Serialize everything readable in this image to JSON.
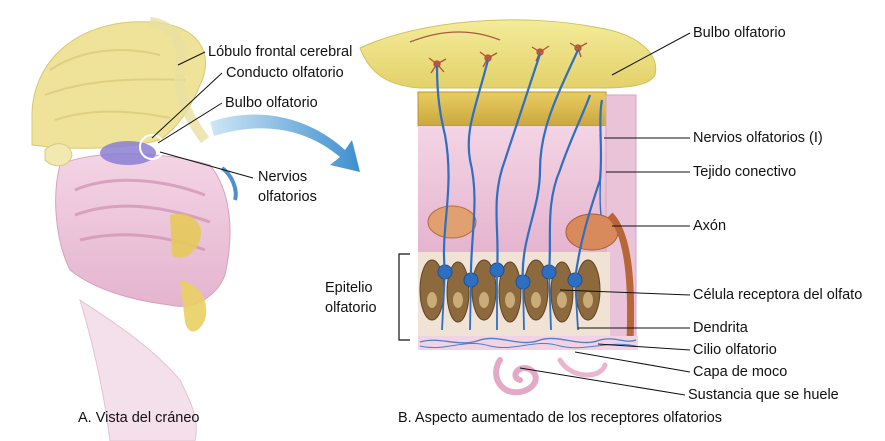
{
  "panel_a": {
    "caption": "A. Vista del cráneo",
    "labels": {
      "frontal_lobe": "Lóbulo frontal cerebral",
      "olfactory_duct": "Conducto olfatorio",
      "olfactory_bulb": "Bulbo olfatorio",
      "olfactory_nerves_line1": "Nervios",
      "olfactory_nerves_line2": "olfatorios"
    }
  },
  "panel_b": {
    "caption": "B. Aspecto aumentado de los receptores olfatorios",
    "labels": {
      "olfactory_bulb": "Bulbo olfatorio",
      "olfactory_nerves": "Nervios olfatorios (I)",
      "connective_tissue": "Tejido conectivo",
      "axon": "Axón",
      "epithelium_line1": "Epitelio",
      "epithelium_line2": "olfatorio",
      "receptor_cell": "Célula receptora del olfato",
      "dendrite": "Dendrita",
      "olfactory_cilium": "Cilio olfatorio",
      "mucus_layer": "Capa de moco",
      "odorant": "Sustancia que se huele"
    }
  },
  "colors": {
    "bone_yellow": "#eee08a",
    "mucosa_pink": "#e8b7cf",
    "nerve_blue": "#2f6fc2",
    "cell_brown": "#8c6a3e",
    "arrow_blue": "#5aa6d8"
  }
}
